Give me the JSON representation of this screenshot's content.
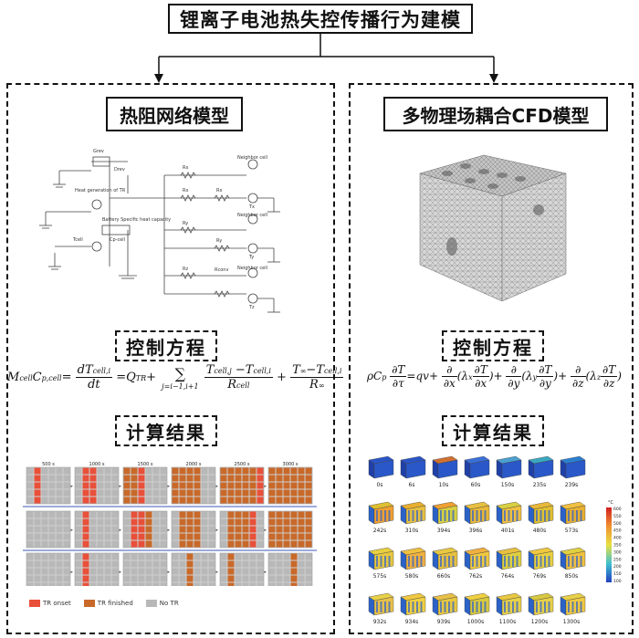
{
  "title": "锂离子电池热失控传播行为建模",
  "left_panel": {
    "heading": "热阻网络模型",
    "circuit": {
      "labels": [
        "Grev",
        "Drev",
        "Heat generation of TR",
        "Tcell",
        "Battery Specific heat capacity",
        "Cp-cell",
        "R",
        "Rx",
        "Ry",
        "Rz",
        "Rconv",
        "Neighbor cell"
      ],
      "node_labels": [
        "Tx",
        "Ty",
        "Tz"
      ]
    },
    "control_heading": "控制方程",
    "results_heading": "计算结果",
    "grid_times": [
      "500 s",
      "1000 s",
      "1500 s",
      "2000 s",
      "2500 s",
      "3000 s"
    ],
    "legend": [
      "TR onset",
      "TR finished",
      "No TR"
    ]
  },
  "right_panel": {
    "heading": "多物理场耦合CFD模型",
    "control_heading": "控制方程",
    "results_heading": "计算结果",
    "rows": [
      [
        "0s",
        "6s",
        "10s",
        "60s",
        "150s",
        "235s",
        "239s"
      ],
      [
        "242s",
        "310s",
        "394s",
        "396s",
        "401s",
        "480s",
        "573s"
      ],
      [
        "575s",
        "580s",
        "660s",
        "762s",
        "764s",
        "769s",
        "850s"
      ],
      [
        "932s",
        "934s",
        "939s",
        "1000s",
        "1100s",
        "1200s",
        "1300s"
      ]
    ],
    "colorbar": {
      "unit": "°C",
      "ticks": [
        "600",
        "550",
        "500",
        "450",
        "400",
        "350",
        "300",
        "250",
        "200",
        "150",
        "100"
      ]
    }
  },
  "colors": {
    "tr_onset": "#e8503a",
    "tr_finished": "#c8692a",
    "no_tr": "#b8b8b8"
  }
}
